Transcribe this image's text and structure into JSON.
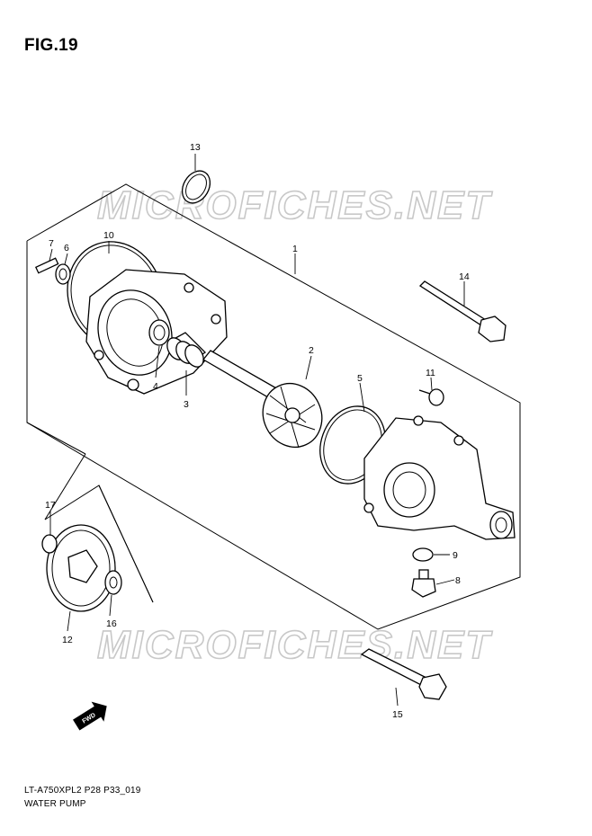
{
  "figure": {
    "title": "FIG.19"
  },
  "watermark": {
    "text": "MICROFICHES.NET"
  },
  "callouts": [
    {
      "id": "part-1",
      "label": "1"
    },
    {
      "id": "part-2",
      "label": "2"
    },
    {
      "id": "part-3",
      "label": "3"
    },
    {
      "id": "part-4",
      "label": "4"
    },
    {
      "id": "part-5",
      "label": "5"
    },
    {
      "id": "part-6",
      "label": "6"
    },
    {
      "id": "part-7",
      "label": "7"
    },
    {
      "id": "part-8",
      "label": "8"
    },
    {
      "id": "part-9",
      "label": "9"
    },
    {
      "id": "part-10",
      "label": "10"
    },
    {
      "id": "part-11",
      "label": "11"
    },
    {
      "id": "part-12",
      "label": "12"
    },
    {
      "id": "part-13",
      "label": "13"
    },
    {
      "id": "part-14",
      "label": "14"
    },
    {
      "id": "part-15",
      "label": "15"
    },
    {
      "id": "part-16",
      "label": "16"
    },
    {
      "id": "part-17",
      "label": "17"
    }
  ],
  "fwd_arrow": {
    "label": "FWD"
  },
  "footer": {
    "code": "LT-A750XPL2 P28 P33_019",
    "name": "WATER PUMP"
  }
}
